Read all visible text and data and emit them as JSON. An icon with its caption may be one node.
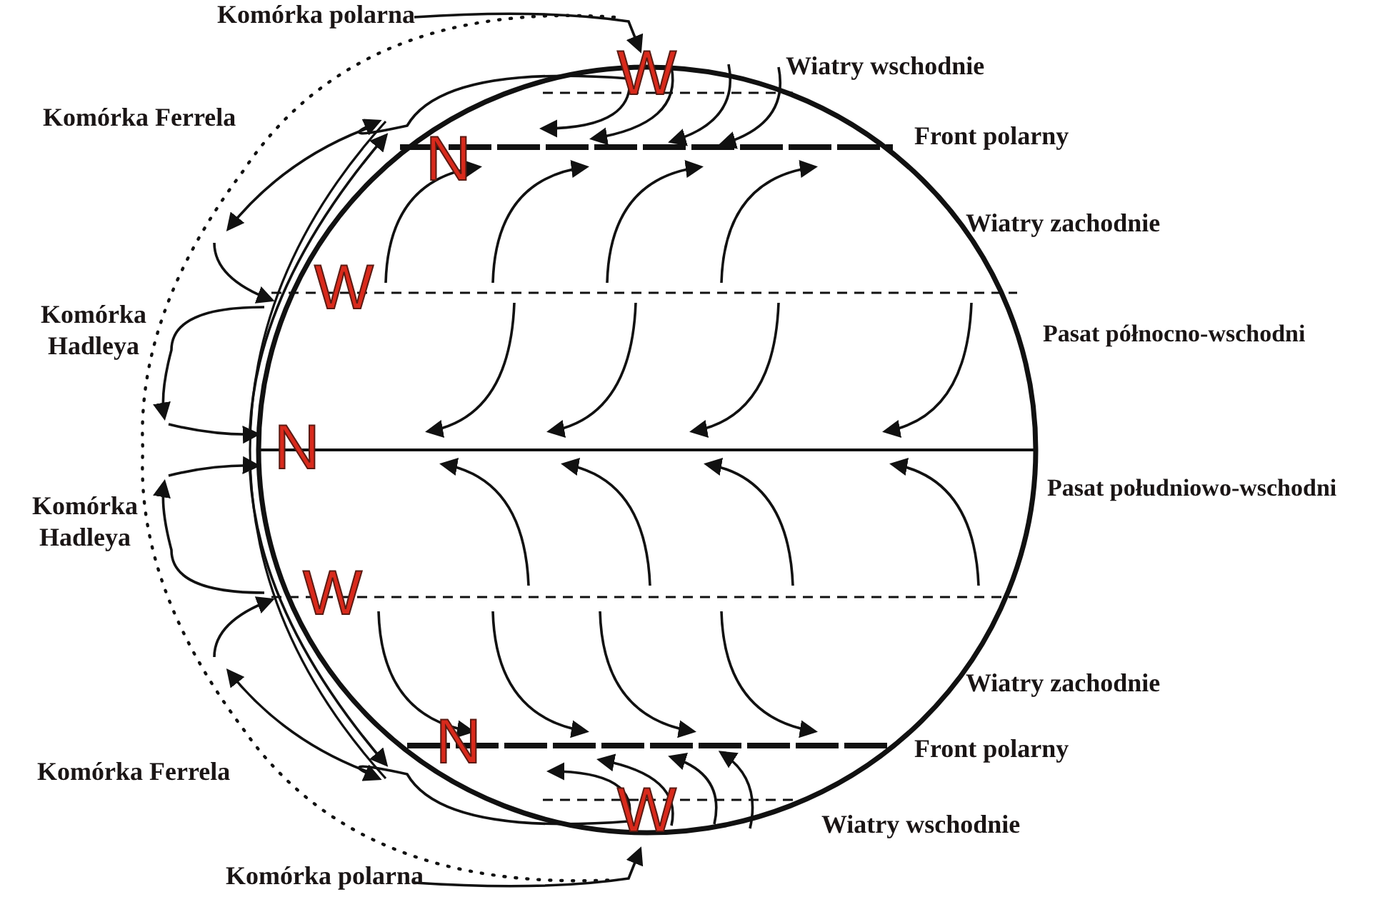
{
  "diagram": {
    "labels": [
      "Komórka polarna",
      "W",
      "Wiatry wschodnie",
      "Komórka Ferrela",
      "N",
      "Front polarny",
      "Wiatry zachodnie",
      "W",
      "Komórka Hadleya",
      "Pasat północno-wschodni",
      "N",
      "Komórka Hadleya",
      "Pasat południowo-wschodni",
      "W",
      "Wiatry zachodnie",
      "N",
      "Front polarny",
      "Komórka Ferrela",
      "W",
      "Wiatry wschodnie",
      "Komórka polarna"
    ]
  }
}
